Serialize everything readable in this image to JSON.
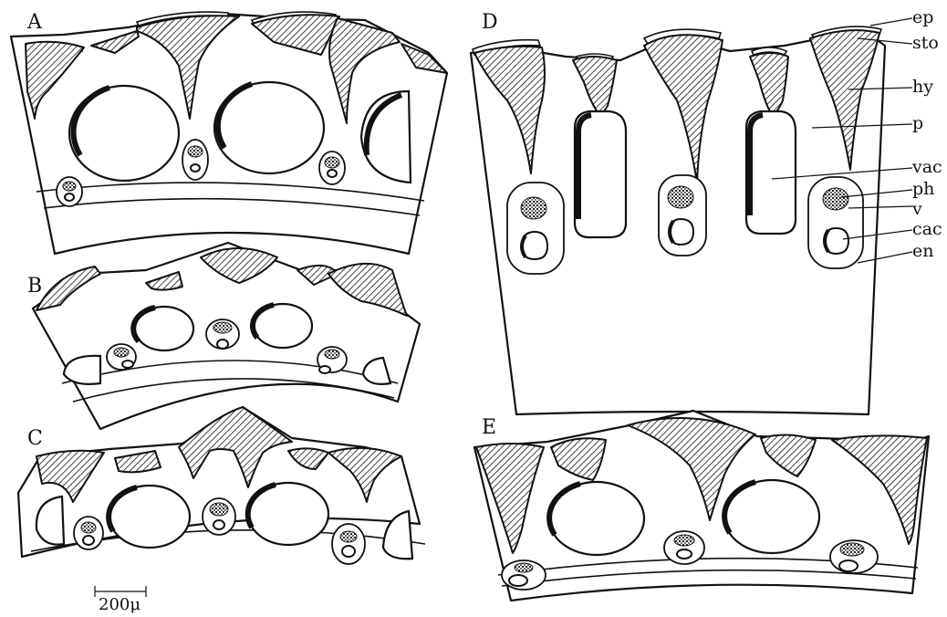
{
  "panels": [
    "A",
    "B",
    "C",
    "D",
    "E"
  ],
  "labels": {
    "ep": "ep",
    "sto": "sto",
    "hy": "hy",
    "p": "p",
    "vac": "vac",
    "ph": "ph",
    "v": "v",
    "cac": "cac",
    "en": "en"
  },
  "scale_bar": "200μ"
}
